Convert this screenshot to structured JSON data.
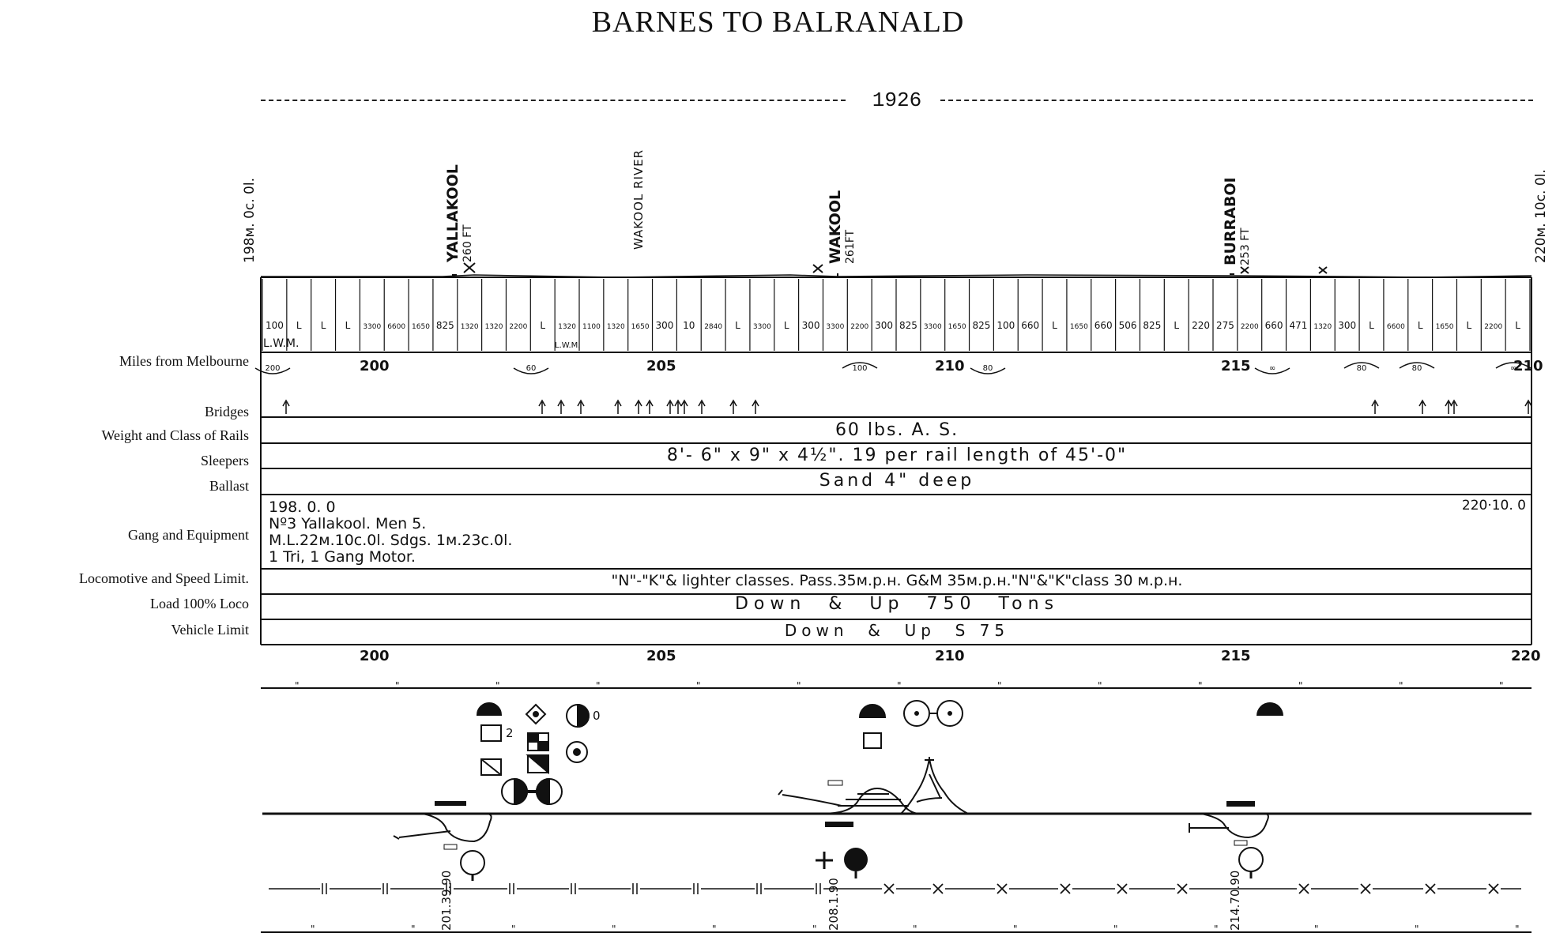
{
  "title": "BARNES TO BALRANALD",
  "year": "1926",
  "start_mileage": "198м. 0c. 0l.",
  "end_mileage": "220м. 10c. 0l.",
  "river_label": "WAKOOL RIVER",
  "stations": [
    {
      "name": "YALLAKOOL",
      "elevation": "260 FT"
    },
    {
      "name": "WAKOOL",
      "elevation": "261FT"
    },
    {
      "name": "BURRABOI",
      "elevation": "253 FT"
    }
  ],
  "row_labels": {
    "miles": "Miles from Melbourne",
    "bridges": "Bridges",
    "rails": "Weight and Class of Rails",
    "sleepers": "Sleepers",
    "ballast": "Ballast",
    "gang": "Gang and Equipment",
    "loco": "Locomotive and Speed Limit.",
    "load": "Load 100% Loco",
    "vehicle": "Vehicle Limit"
  },
  "mile_ticks": [
    "200",
    "205",
    "210",
    "215",
    "220"
  ],
  "mile_ticks_top_last": "210",
  "lwm_label": "L.W.M.",
  "lwm_label_small": "L.W.M.",
  "curve_labels": [
    "200",
    "60",
    "100",
    "80",
    "∞",
    "80",
    "80",
    "∞"
  ],
  "grade_cells": [
    "100",
    "L",
    "L",
    "L",
    "3300",
    "6600",
    "1650",
    "825",
    "1320",
    "1320",
    "2200",
    "L",
    "1320",
    "1100",
    "1320",
    "1650",
    "300",
    "10",
    "2840",
    "L",
    "3300",
    "L",
    "300",
    "3300",
    "2200",
    "300",
    "825",
    "3300",
    "1650",
    "825",
    "100",
    "660",
    "L",
    "1650",
    "660",
    "506",
    "825",
    "L",
    "220",
    "275",
    "2200",
    "660",
    "471",
    "1320",
    "300",
    "L",
    "6600",
    "L",
    "1650",
    "L",
    "2200",
    "L"
  ],
  "rails": "60 lbs. A. S.",
  "sleepers": "8'- 6\" x 9\" x 4½\". 19 per rail length of 45'-0\"",
  "ballast": "Sand 4\" deep",
  "gang": {
    "start": "198. 0. 0",
    "end": "220·10. 0",
    "line1": "Nº3 Yallakool. Men 5.",
    "line2": "M.L.22м.10c.0l. Sdgs. 1м.23c.0l.",
    "line3": "1 Tri, 1 Gang Motor."
  },
  "loco": "\"N\"-\"K\"& lighter classes. Pass.35м.р.н. G&M 35м.р.н.\"N\"&\"K\"class 30 м.р.н.",
  "load": "Down  &  Up  750  Tons",
  "vehicle": "Down  &  Up  S 75",
  "station_mileages": [
    "201.39.90",
    "208.1.90",
    "214.70.90"
  ],
  "signal_count_label": "2",
  "signal_extra_label": "0",
  "colors": {
    "ink": "#111111",
    "paper": "#ffffff"
  }
}
